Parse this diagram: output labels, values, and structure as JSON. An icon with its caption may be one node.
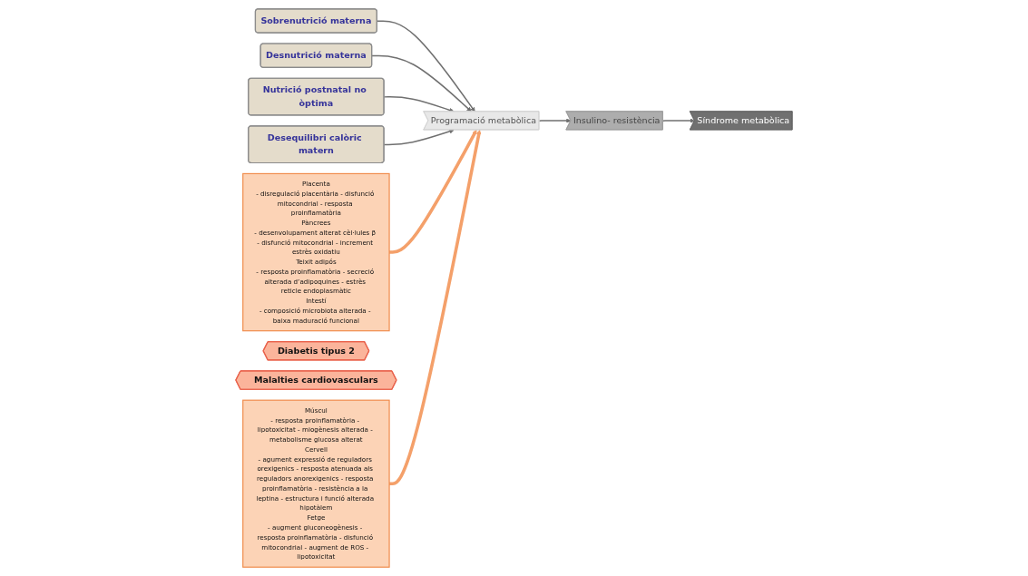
{
  "diagram": {
    "nodes": [
      {
        "text": [
          "Sobrenutrició materna"
        ]
      },
      {
        "text": [
          "Desnutrició materna"
        ]
      },
      {
        "text": [
          "Nutrició postnatal no òptima"
        ]
      },
      {
        "text": [
          "Desequilibri calòric matern"
        ]
      },
      {
        "text": [
          "Placenta",
          "- disregulació placentària - disfunció mitocondrial - resposta proinflamatòria",
          "Pàncrees",
          "- desenvolupament alterat cèl·lules β - disfunció mitocondrial - increment estrès oxidatiu",
          "Teixit adipós",
          "- resposta proinflamatòria - secreció alterada d’adipoquines - estrès reticle endoplasmàtic",
          "Intestí",
          "- composició microbiota alterada - baixa maduració funcional"
        ]
      },
      {
        "text": [
          "Programació metabòlica"
        ]
      },
      {
        "text": [
          "Insulino- resistència"
        ]
      },
      {
        "text": [
          "Síndrome metabòlica"
        ]
      },
      {
        "text": [
          "Diabetis tipus 2"
        ]
      },
      {
        "text": [
          "Malalties cardiovasculars"
        ]
      },
      {
        "text": [
          "Múscul",
          "- resposta proinflamatòria - lipotoxicitat - miogènesis alterada - metabolisme glucosa alterat",
          "Cervell",
          "- agument expressió de reguladors orexigenics - resposta atenuada als reguladors anorexigenics - resposta proinflamatòria - resistència a la leptina - estructura i funció alterada hipotàlem",
          "Fetge",
          "- augment gluconeogènesis - resposta proinflamatòria - disfunció mitocondrial - augment de ROS - lipotoxicitat"
        ]
      }
    ],
    "edges": [
      {
        "from": 0,
        "to": 5,
        "arrow": "to"
      },
      {
        "from": 1,
        "to": 5,
        "arrow": "to"
      },
      {
        "from": 2,
        "to": 5,
        "arrow": "to"
      },
      {
        "from": 3,
        "to": 5,
        "arrow": "to"
      },
      {
        "from": 4,
        "to": 5,
        "arrow": "to",
        "style": "thick",
        "color": "#f4a06a"
      },
      {
        "from": 10,
        "to": 5,
        "arrow": "to",
        "style": "thick",
        "color": "#f4a06a"
      },
      {
        "from": 5,
        "to": 6,
        "arrow": "to"
      },
      {
        "from": 6,
        "to": 7,
        "arrow": "to"
      }
    ]
  }
}
